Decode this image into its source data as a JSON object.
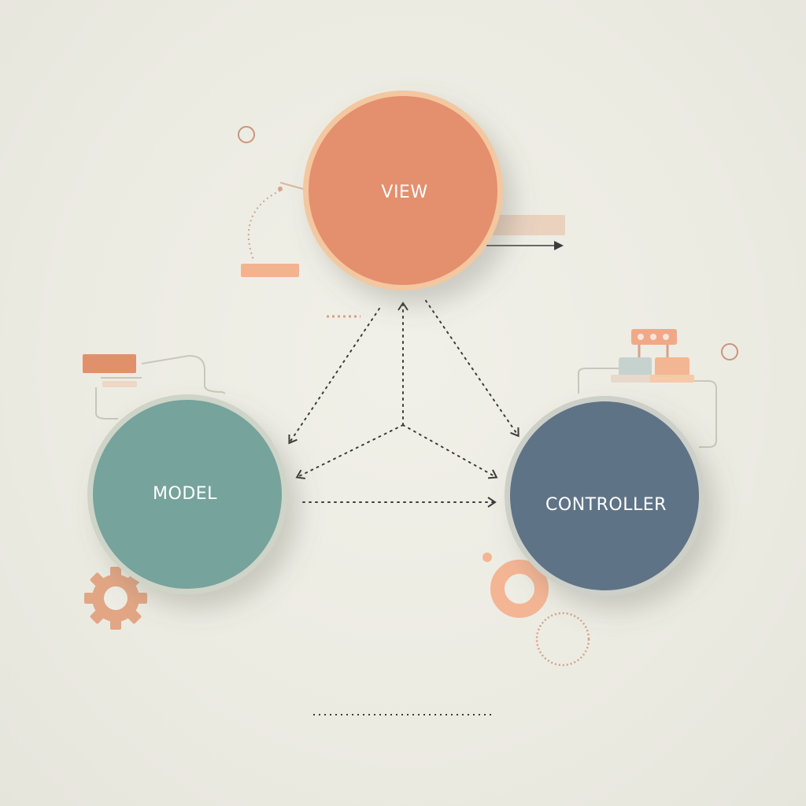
{
  "nodes": {
    "view": {
      "label": "VIEW",
      "color": "#e48f6e",
      "ring": "#f3c7a0"
    },
    "model": {
      "label": "MODEL",
      "color": "#76a39c",
      "ring": "#cfd4c8"
    },
    "controller": {
      "label": "CONTROLLER",
      "color": "#5f7387",
      "ring": "#cdd0c8"
    }
  },
  "colors": {
    "background": "#eeede5",
    "arrow": "#3c3c3c",
    "accent_peach": "#f2b18e",
    "accent_orange": "#e0916c",
    "accent_gray": "#bdc2ba",
    "accent_teal_light": "#c6d2cd"
  },
  "icons": [
    "gear-icon",
    "ring-icon",
    "server-icon",
    "bracket-line-icon"
  ]
}
